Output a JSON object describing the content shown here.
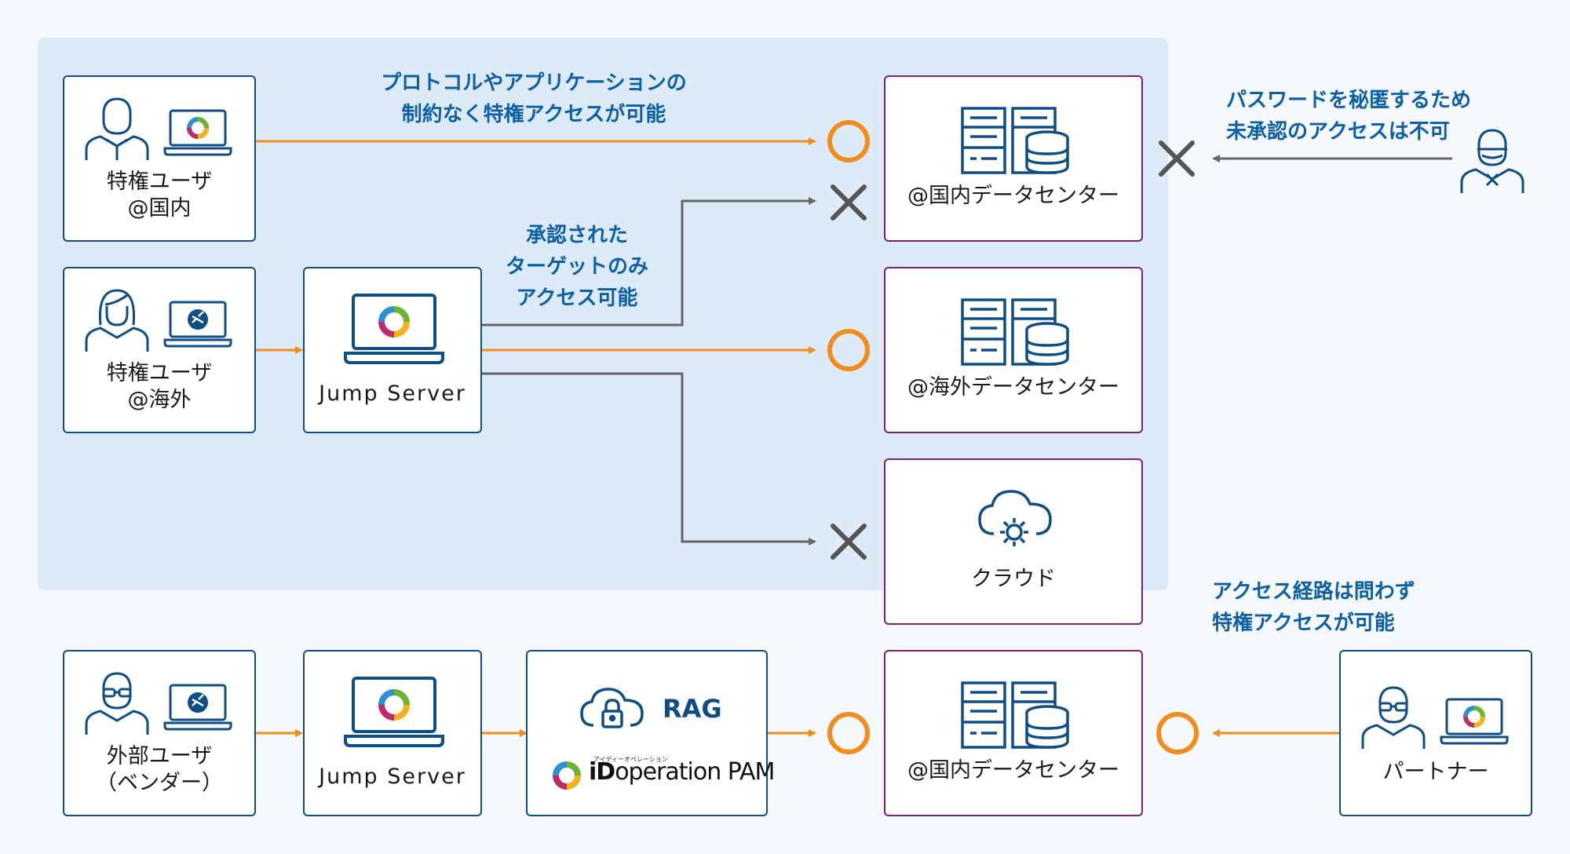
{
  "colors": {
    "ok_arrow": "#f28c1c",
    "ng_arrow": "#666666",
    "user_border": "#0f4d85",
    "dc_border": "#7d1f73",
    "note_text": "#0d5fa8",
    "highlight_bg": "#ddebf8"
  },
  "notes": {
    "top_line1": "プロトコルやアプリケーションの",
    "top_line2": "制約なく特権アクセスが可能",
    "mid_line1": "承認された",
    "mid_line2": "ターゲットのみ",
    "mid_line3": "アクセス可能",
    "right_line1": "パスワードを秘匿するため",
    "right_line2": "未承認のアクセスは不可",
    "bottom_line1": "アクセス経路は問わず",
    "bottom_line2": "特権アクセスが可能"
  },
  "nodes": {
    "user_domestic": {
      "line1": "特権ユーザ",
      "line2": "@国内"
    },
    "user_overseas": {
      "line1": "特権ユーザ",
      "line2": "@海外"
    },
    "jump_server_top": {
      "label": "Jump Server"
    },
    "dc_domestic_top": {
      "label": "@国内データセンター"
    },
    "dc_overseas": {
      "label": "@海外データセンター"
    },
    "cloud": {
      "label": "クラウド"
    },
    "user_vendor": {
      "line1": "外部ユーザ",
      "line2": "（ベンダー）"
    },
    "jump_server_bottom": {
      "label": "Jump Server"
    },
    "pam": {
      "cloud_label": "RAG",
      "product_small": "アイディーオペレーション",
      "product_i": "i",
      "product_d": "D",
      "product_rest": "operation PAM"
    },
    "dc_domestic_bottom": {
      "label": "@国内データセンター"
    },
    "partner": {
      "label": "パートナー"
    }
  },
  "icons": [
    "person-icon",
    "woman-icon",
    "glasses-person-icon",
    "laptop-logo-icon",
    "laptop-remote-icon",
    "server-db-icon",
    "cloud-gear-icon",
    "cloud-lock-icon",
    "circle-ok-icon",
    "cross-ng-icon"
  ]
}
